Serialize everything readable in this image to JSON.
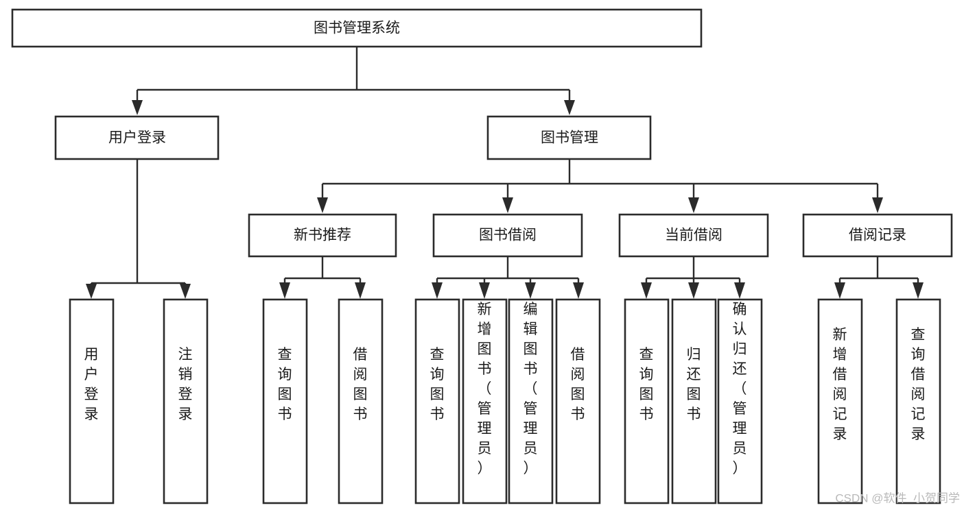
{
  "diagram": {
    "type": "tree",
    "title": "图书管理系统",
    "watermark": "CSDN @软件_小贺同学",
    "colors": {
      "background": "#ffffff",
      "stroke": "#2b2b2b",
      "text": "#1a1a1a",
      "watermark": "#b9b9b9"
    },
    "levels": {
      "root": {
        "label": "图书管理系统"
      },
      "level2": [
        {
          "label": "用户登录"
        },
        {
          "label": "图书管理"
        }
      ],
      "level3": [
        {
          "label": "新书推荐"
        },
        {
          "label": "图书借阅"
        },
        {
          "label": "当前借阅"
        },
        {
          "label": "借阅记录"
        }
      ],
      "leaves": [
        {
          "label": "用户登录",
          "parent": "用户登录"
        },
        {
          "label": "注销登录",
          "parent": "用户登录"
        },
        {
          "label": "查询图书",
          "parent": "新书推荐"
        },
        {
          "label": "借阅图书",
          "parent": "新书推荐"
        },
        {
          "label": "查询图书",
          "parent": "图书借阅"
        },
        {
          "label": "新增图书（管理员）",
          "parent": "图书借阅"
        },
        {
          "label": "编辑图书（管理员）",
          "parent": "图书借阅"
        },
        {
          "label": "借阅图书",
          "parent": "图书借阅"
        },
        {
          "label": "查询图书",
          "parent": "当前借阅"
        },
        {
          "label": "归还图书",
          "parent": "当前借阅"
        },
        {
          "label": "确认归还（管理员）",
          "parent": "当前借阅"
        },
        {
          "label": "新增借阅记录",
          "parent": "借阅记录"
        },
        {
          "label": "查询借阅记录",
          "parent": "借阅记录"
        }
      ]
    }
  }
}
